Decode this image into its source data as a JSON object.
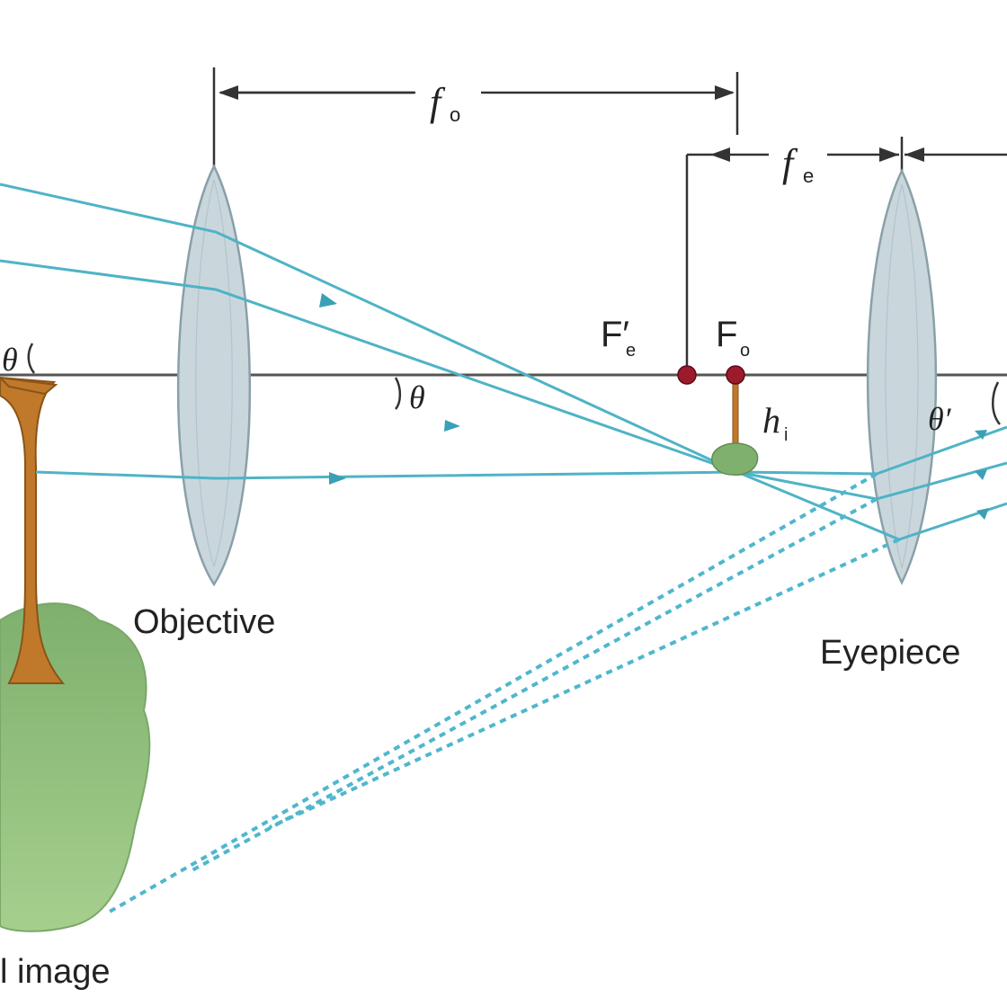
{
  "labels": {
    "fo_top": "f",
    "fo_top_sub": "o",
    "fe_top": "f",
    "fe_top_sub": "e",
    "fe_prime": "F′",
    "fe_prime_sub": "e",
    "fo_point": "F",
    "fo_point_sub": "o",
    "theta_left": "θ",
    "theta_mid": "θ",
    "theta_prime": "θ′",
    "hi": "h",
    "hi_sub": "i",
    "objective": "Objective",
    "eyepiece": "Eyepiece",
    "virtual_image": "l image"
  },
  "colors": {
    "ray": "#4fb3c6",
    "lens": "#c9d7dc",
    "focal_point": "#9b1b2a",
    "trunk": "#c0782a",
    "foliage": "#8fbf7d"
  }
}
